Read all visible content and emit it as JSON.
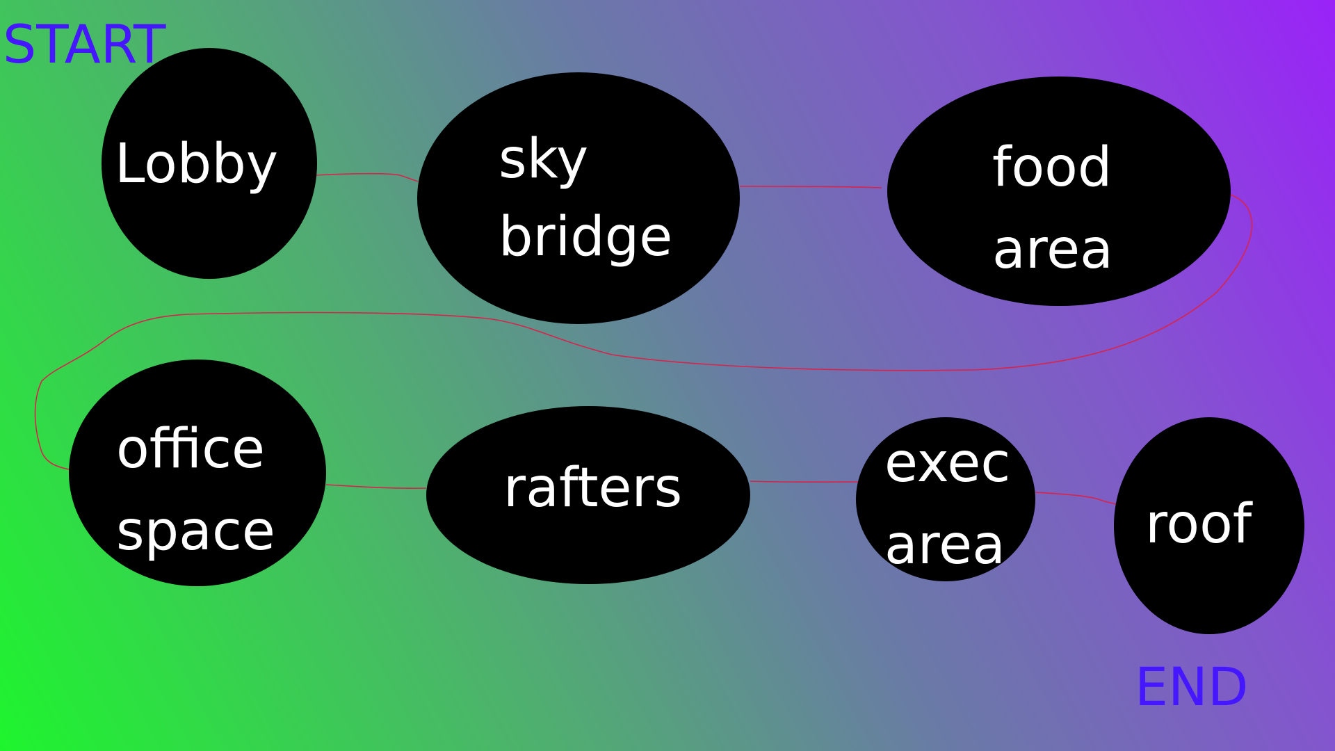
{
  "markers": {
    "start": "START",
    "end": "END"
  },
  "colors": {
    "node_fill": "#000000",
    "node_text": "#ffffff",
    "connector": "#d6244d",
    "marker_text": "#4417ff",
    "gradient_left": "#1ef52e",
    "gradient_right": "#9a22f8"
  },
  "nodes": [
    {
      "id": "lobby",
      "lines": [
        "Lobby"
      ]
    },
    {
      "id": "sky-bridge",
      "lines": [
        "sky",
        "bridge"
      ]
    },
    {
      "id": "food-area",
      "lines": [
        "food",
        "area"
      ]
    },
    {
      "id": "office-space",
      "lines": [
        "office",
        "space"
      ]
    },
    {
      "id": "rafters",
      "lines": [
        "rafters"
      ]
    },
    {
      "id": "exec-area",
      "lines": [
        "exec",
        "area"
      ]
    },
    {
      "id": "roof",
      "lines": [
        "roof"
      ]
    }
  ],
  "edges": [
    {
      "from": "lobby",
      "to": "sky-bridge"
    },
    {
      "from": "sky-bridge",
      "to": "food-area"
    },
    {
      "from": "food-area",
      "to": "office-space"
    },
    {
      "from": "office-space",
      "to": "rafters"
    },
    {
      "from": "rafters",
      "to": "exec-area"
    },
    {
      "from": "exec-area",
      "to": "roof"
    }
  ]
}
